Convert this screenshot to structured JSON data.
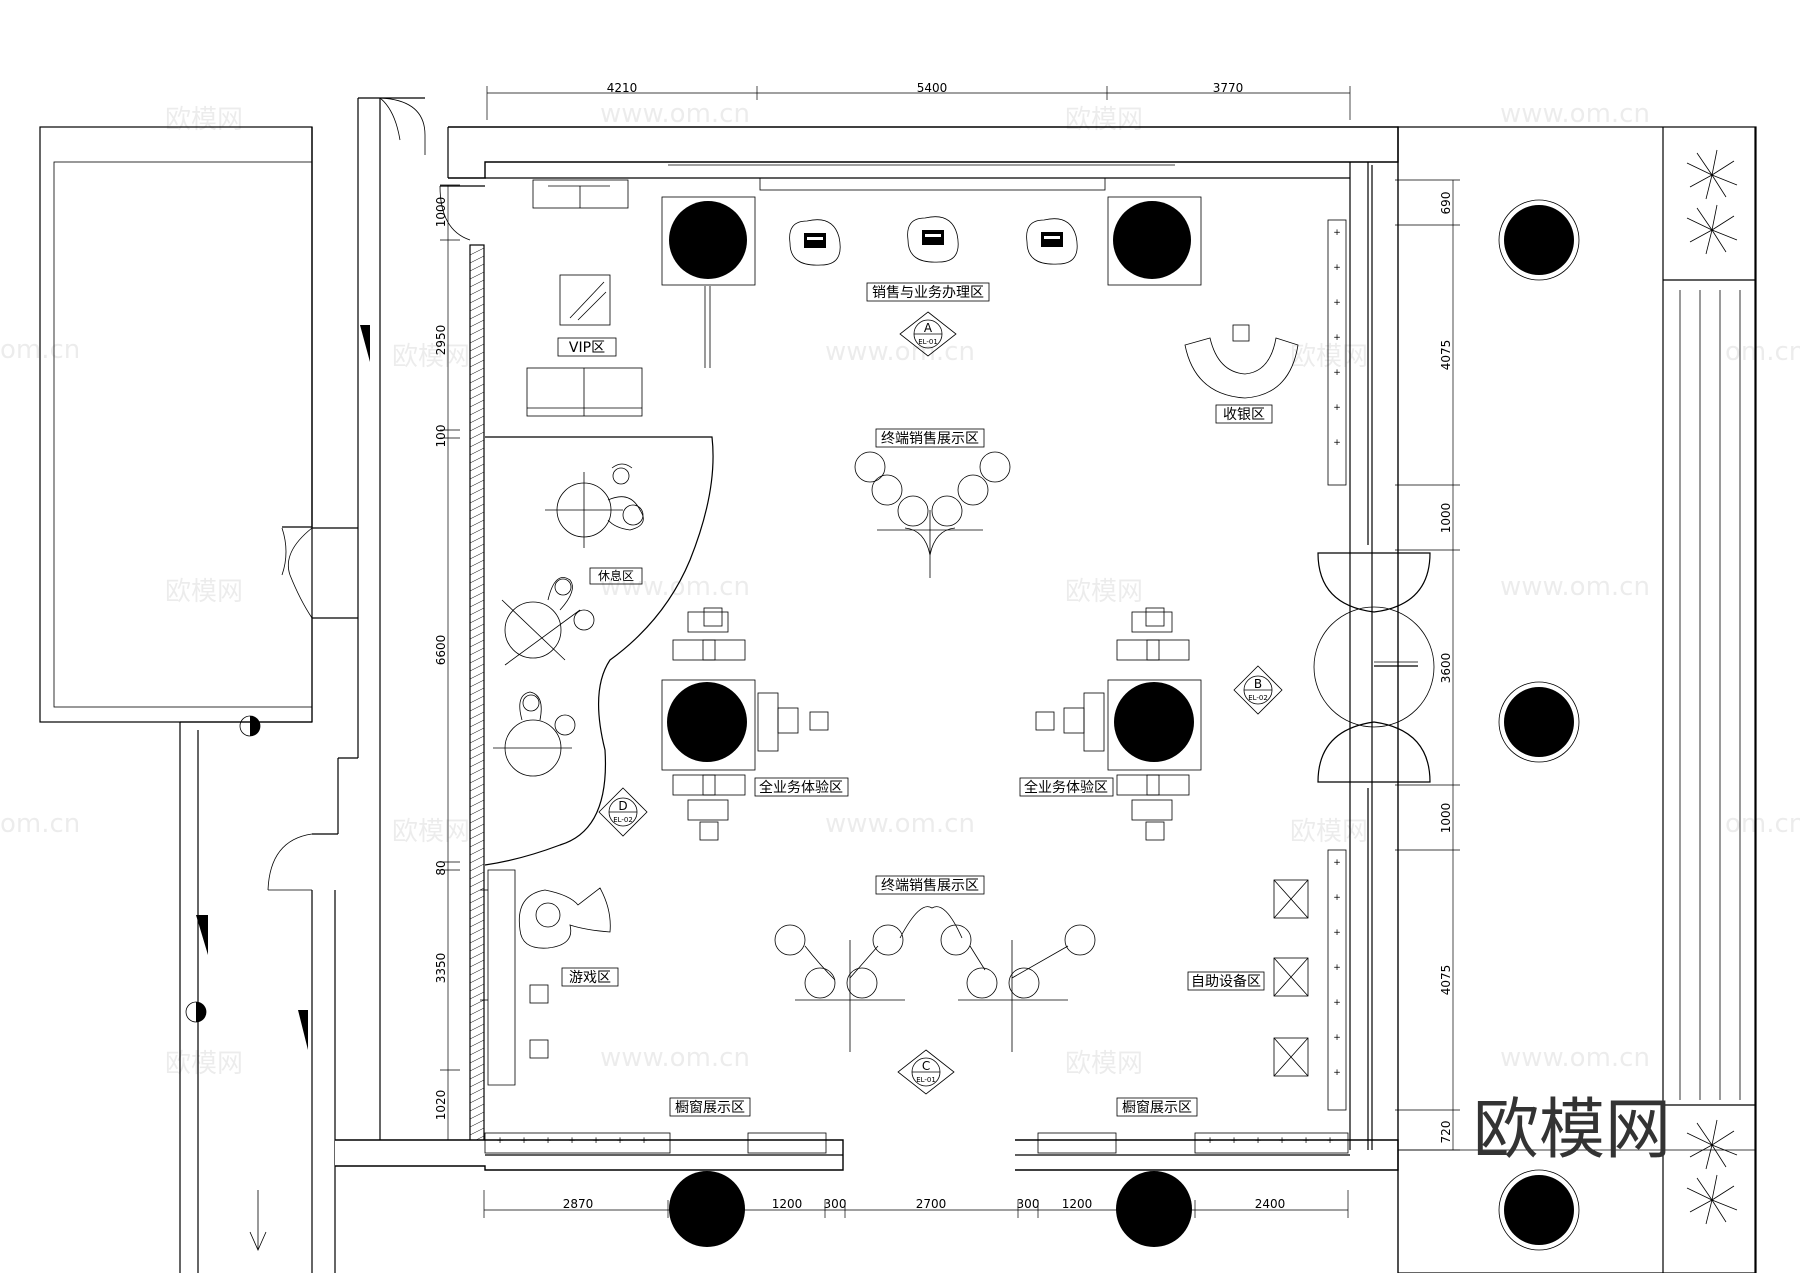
{
  "dimensions": {
    "top": [
      "4210",
      "5400",
      "3770"
    ],
    "bottom": [
      "2870",
      "1200",
      "300",
      "2700",
      "300",
      "1200",
      "2400"
    ],
    "left": [
      "1000",
      "2950",
      "100",
      "6600",
      "80",
      "3350",
      "1020"
    ],
    "right": [
      "690",
      "4075",
      "1000",
      "3600",
      "1000",
      "4075",
      "720"
    ]
  },
  "zones": {
    "sales": "销售与业务办理区",
    "vip": "VIP区",
    "cashier": "收银区",
    "terminal_top": "终端销售展示区",
    "rest": "休息区",
    "experience_left": "全业务体验区",
    "experience_right": "全业务体验区",
    "terminal_bottom": "终端销售展示区",
    "game": "游戏区",
    "self_service": "自助设备区",
    "window_left": "橱窗展示区",
    "window_right": "橱窗展示区"
  },
  "elevation_markers": [
    {
      "letter": "A",
      "ref": "EL-01"
    },
    {
      "letter": "B",
      "ref": "EL-02"
    },
    {
      "letter": "C",
      "ref": "EL-01"
    },
    {
      "letter": "D",
      "ref": "EL-02"
    }
  ],
  "watermark": {
    "brand": "欧模网",
    "url": "www.om.cn",
    "url_short": "om.cn"
  }
}
